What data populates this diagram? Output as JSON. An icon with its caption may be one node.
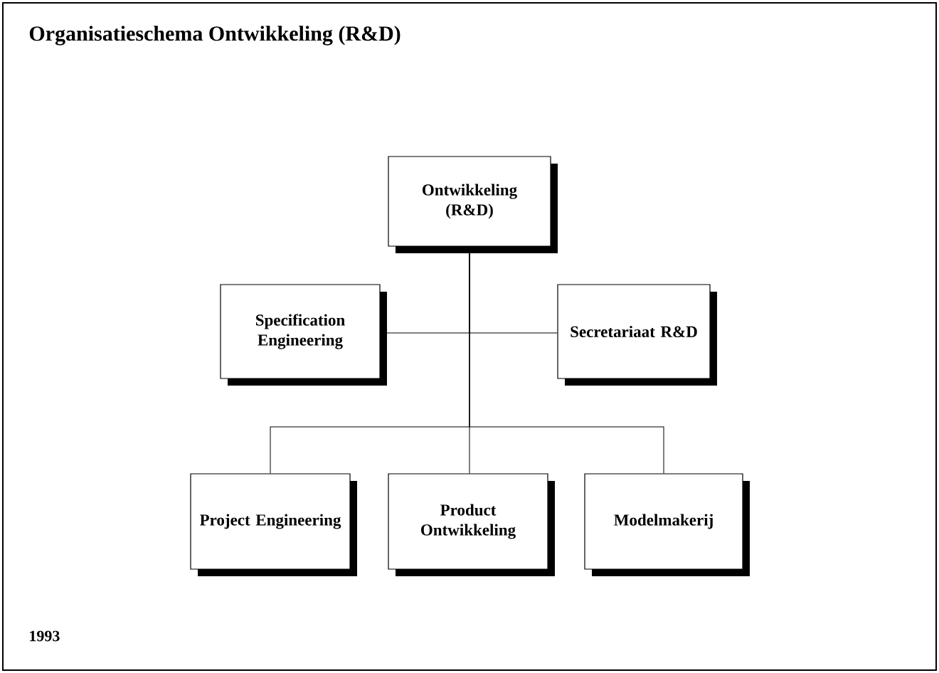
{
  "diagram": {
    "title": "Organisatieschema Ontwikkeling (R&D)",
    "nodes": [
      {
        "text": [
          "Ontwikkeling (R&D)"
        ]
      },
      {
        "text": [
          "Specification Engineering"
        ]
      },
      {
        "text": [
          "Secretariaat R&D"
        ]
      },
      {
        "text": [
          "Project Engineering"
        ]
      },
      {
        "text": [
          "Product Ontwikkeling"
        ]
      },
      {
        "text": [
          "Modelmakerij"
        ]
      }
    ],
    "edges": [
      {
        "from": 0,
        "to": 1,
        "arrow": "none"
      },
      {
        "from": 0,
        "to": 2,
        "arrow": "none"
      },
      {
        "from": 0,
        "to": 3,
        "arrow": "none"
      },
      {
        "from": 0,
        "to": 4,
        "arrow": "none"
      },
      {
        "from": 0,
        "to": 5,
        "arrow": "none"
      }
    ],
    "labels": [
      "1993"
    ]
  }
}
